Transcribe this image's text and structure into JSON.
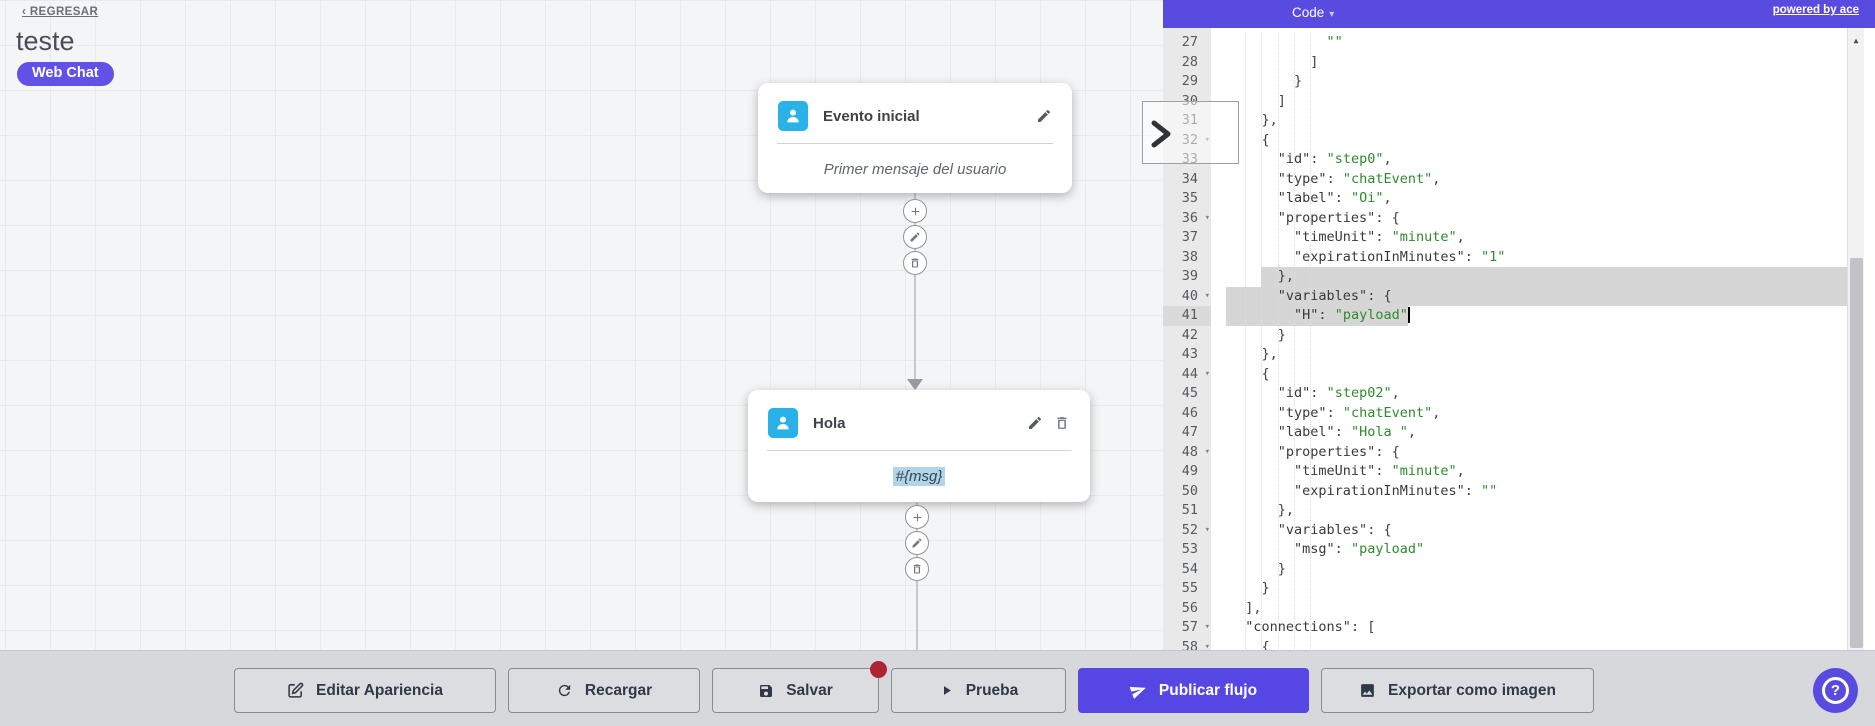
{
  "page": {
    "back_link": "‹ REGRESAR",
    "title": "teste",
    "channel_badge": "Web Chat"
  },
  "flow": {
    "nodes": [
      {
        "title": "Evento inicial",
        "body": "Primer mensaje del usuario",
        "actions": [
          "edit"
        ]
      },
      {
        "title": "Hola",
        "body": "#{msg}",
        "body_selected": true,
        "actions": [
          "edit",
          "delete"
        ]
      }
    ],
    "connector_actions": [
      "add",
      "edit",
      "delete"
    ]
  },
  "colors": {
    "accent_purple": "#5a4be0",
    "button_purple": "#5646e3",
    "node_icon_blue": "#29b2e8",
    "save_alert_red": "#ae2433",
    "code_string_green": "#2e8b2e"
  },
  "code_panel": {
    "header": {
      "title": "Code",
      "caret": "▾",
      "powered_by": "powered by ace"
    },
    "active_line": 41,
    "selection_lines": "39-41",
    "lines": [
      {
        "n": 27,
        "i": 12,
        "t": [
          [
            "s",
            "\"\""
          ]
        ]
      },
      {
        "n": 28,
        "i": 10,
        "t": [
          [
            "p",
            "]"
          ]
        ]
      },
      {
        "n": 29,
        "i": 8,
        "t": [
          [
            "p",
            "}"
          ]
        ]
      },
      {
        "n": 30,
        "i": 6,
        "t": [
          [
            "p",
            "]"
          ]
        ]
      },
      {
        "n": 31,
        "i": 4,
        "t": [
          [
            "p",
            "},"
          ]
        ]
      },
      {
        "n": 32,
        "i": 4,
        "fold": true,
        "t": [
          [
            "p",
            "{"
          ]
        ]
      },
      {
        "n": 33,
        "i": 6,
        "t": [
          [
            "k",
            "\"id\""
          ],
          [
            "p",
            ": "
          ],
          [
            "s",
            "\"step0\""
          ],
          [
            "p",
            ","
          ]
        ]
      },
      {
        "n": 34,
        "i": 6,
        "t": [
          [
            "k",
            "\"type\""
          ],
          [
            "p",
            ": "
          ],
          [
            "s",
            "\"chatEvent\""
          ],
          [
            "p",
            ","
          ]
        ]
      },
      {
        "n": 35,
        "i": 6,
        "t": [
          [
            "k",
            "\"label\""
          ],
          [
            "p",
            ": "
          ],
          [
            "s",
            "\"Oi\""
          ],
          [
            "p",
            ","
          ]
        ]
      },
      {
        "n": 36,
        "i": 6,
        "fold": true,
        "t": [
          [
            "k",
            "\"properties\""
          ],
          [
            "p",
            ": {"
          ]
        ]
      },
      {
        "n": 37,
        "i": 8,
        "t": [
          [
            "k",
            "\"timeUnit\""
          ],
          [
            "p",
            ": "
          ],
          [
            "s",
            "\"minute\""
          ],
          [
            "p",
            ","
          ]
        ]
      },
      {
        "n": 38,
        "i": 8,
        "t": [
          [
            "k",
            "\"expirationInMinutes\""
          ],
          [
            "p",
            ": "
          ],
          [
            "s",
            "\"1\""
          ]
        ]
      },
      {
        "n": 39,
        "i": 6,
        "t": [
          [
            "p",
            "},"
          ]
        ]
      },
      {
        "n": 40,
        "i": 6,
        "fold": true,
        "t": [
          [
            "k",
            "\"variables\""
          ],
          [
            "p",
            ": {"
          ]
        ]
      },
      {
        "n": 41,
        "i": 8,
        "active": true,
        "t": [
          [
            "k",
            "\"H\""
          ],
          [
            "p",
            ": "
          ],
          [
            "s",
            "\"payload\""
          ]
        ]
      },
      {
        "n": 42,
        "i": 6,
        "t": [
          [
            "p",
            "}"
          ]
        ]
      },
      {
        "n": 43,
        "i": 4,
        "t": [
          [
            "p",
            "},"
          ]
        ]
      },
      {
        "n": 44,
        "i": 4,
        "fold": true,
        "t": [
          [
            "p",
            "{"
          ]
        ]
      },
      {
        "n": 45,
        "i": 6,
        "t": [
          [
            "k",
            "\"id\""
          ],
          [
            "p",
            ": "
          ],
          [
            "s",
            "\"step02\""
          ],
          [
            "p",
            ","
          ]
        ]
      },
      {
        "n": 46,
        "i": 6,
        "t": [
          [
            "k",
            "\"type\""
          ],
          [
            "p",
            ": "
          ],
          [
            "s",
            "\"chatEvent\""
          ],
          [
            "p",
            ","
          ]
        ]
      },
      {
        "n": 47,
        "i": 6,
        "t": [
          [
            "k",
            "\"label\""
          ],
          [
            "p",
            ": "
          ],
          [
            "s",
            "\"Hola \""
          ],
          [
            "p",
            ","
          ]
        ]
      },
      {
        "n": 48,
        "i": 6,
        "fold": true,
        "t": [
          [
            "k",
            "\"properties\""
          ],
          [
            "p",
            ": {"
          ]
        ]
      },
      {
        "n": 49,
        "i": 8,
        "t": [
          [
            "k",
            "\"timeUnit\""
          ],
          [
            "p",
            ": "
          ],
          [
            "s",
            "\"minute\""
          ],
          [
            "p",
            ","
          ]
        ]
      },
      {
        "n": 50,
        "i": 8,
        "t": [
          [
            "k",
            "\"expirationInMinutes\""
          ],
          [
            "p",
            ": "
          ],
          [
            "s",
            "\"\""
          ]
        ]
      },
      {
        "n": 51,
        "i": 6,
        "t": [
          [
            "p",
            "},"
          ]
        ]
      },
      {
        "n": 52,
        "i": 6,
        "fold": true,
        "t": [
          [
            "k",
            "\"variables\""
          ],
          [
            "p",
            ": {"
          ]
        ]
      },
      {
        "n": 53,
        "i": 8,
        "t": [
          [
            "k",
            "\"msg\""
          ],
          [
            "p",
            ": "
          ],
          [
            "s",
            "\"payload\""
          ]
        ]
      },
      {
        "n": 54,
        "i": 6,
        "t": [
          [
            "p",
            "}"
          ]
        ]
      },
      {
        "n": 55,
        "i": 4,
        "t": [
          [
            "p",
            "}"
          ]
        ]
      },
      {
        "n": 56,
        "i": 2,
        "t": [
          [
            "p",
            "],"
          ]
        ]
      },
      {
        "n": 57,
        "i": 2,
        "fold": true,
        "t": [
          [
            "k",
            "\"connections\""
          ],
          [
            "p",
            ": ["
          ]
        ]
      },
      {
        "n": 58,
        "i": 4,
        "fold": true,
        "t": [
          [
            "p",
            "{"
          ]
        ]
      }
    ]
  },
  "toolbar": {
    "buttons": [
      {
        "label": "Editar Apariencia",
        "icon": "edit-icon"
      },
      {
        "label": "Recargar",
        "icon": "refresh-icon"
      },
      {
        "label": "Salvar",
        "icon": "save-icon",
        "badge": true
      },
      {
        "label": "Prueba",
        "icon": "play-icon"
      },
      {
        "label": "Publicar flujo",
        "icon": "send-icon",
        "primary": true
      },
      {
        "label": "Exportar como imagen",
        "icon": "image-icon"
      }
    ]
  },
  "help": {
    "label": "?"
  }
}
